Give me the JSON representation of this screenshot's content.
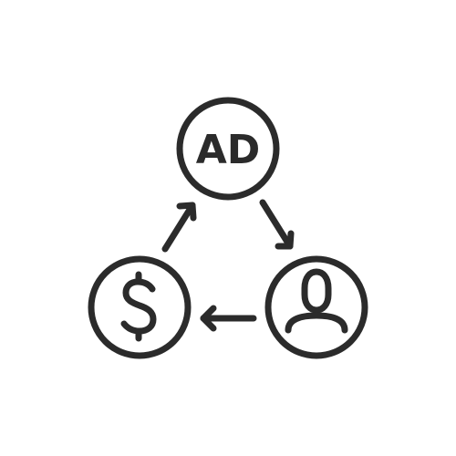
{
  "diagram": {
    "nodes": [
      {
        "id": "ad",
        "label": "AD"
      },
      {
        "id": "user",
        "label": ""
      },
      {
        "id": "money",
        "label": "$"
      }
    ],
    "edges": [
      {
        "from": "ad",
        "to": "user"
      },
      {
        "from": "user",
        "to": "money"
      },
      {
        "from": "money",
        "to": "ad"
      }
    ],
    "stroke_color": "#2b2b2b",
    "background_color": "#ffffff"
  },
  "stock": {
    "id": "511038157"
  },
  "icons": {
    "user": "person-icon",
    "money": "dollar-icon"
  }
}
